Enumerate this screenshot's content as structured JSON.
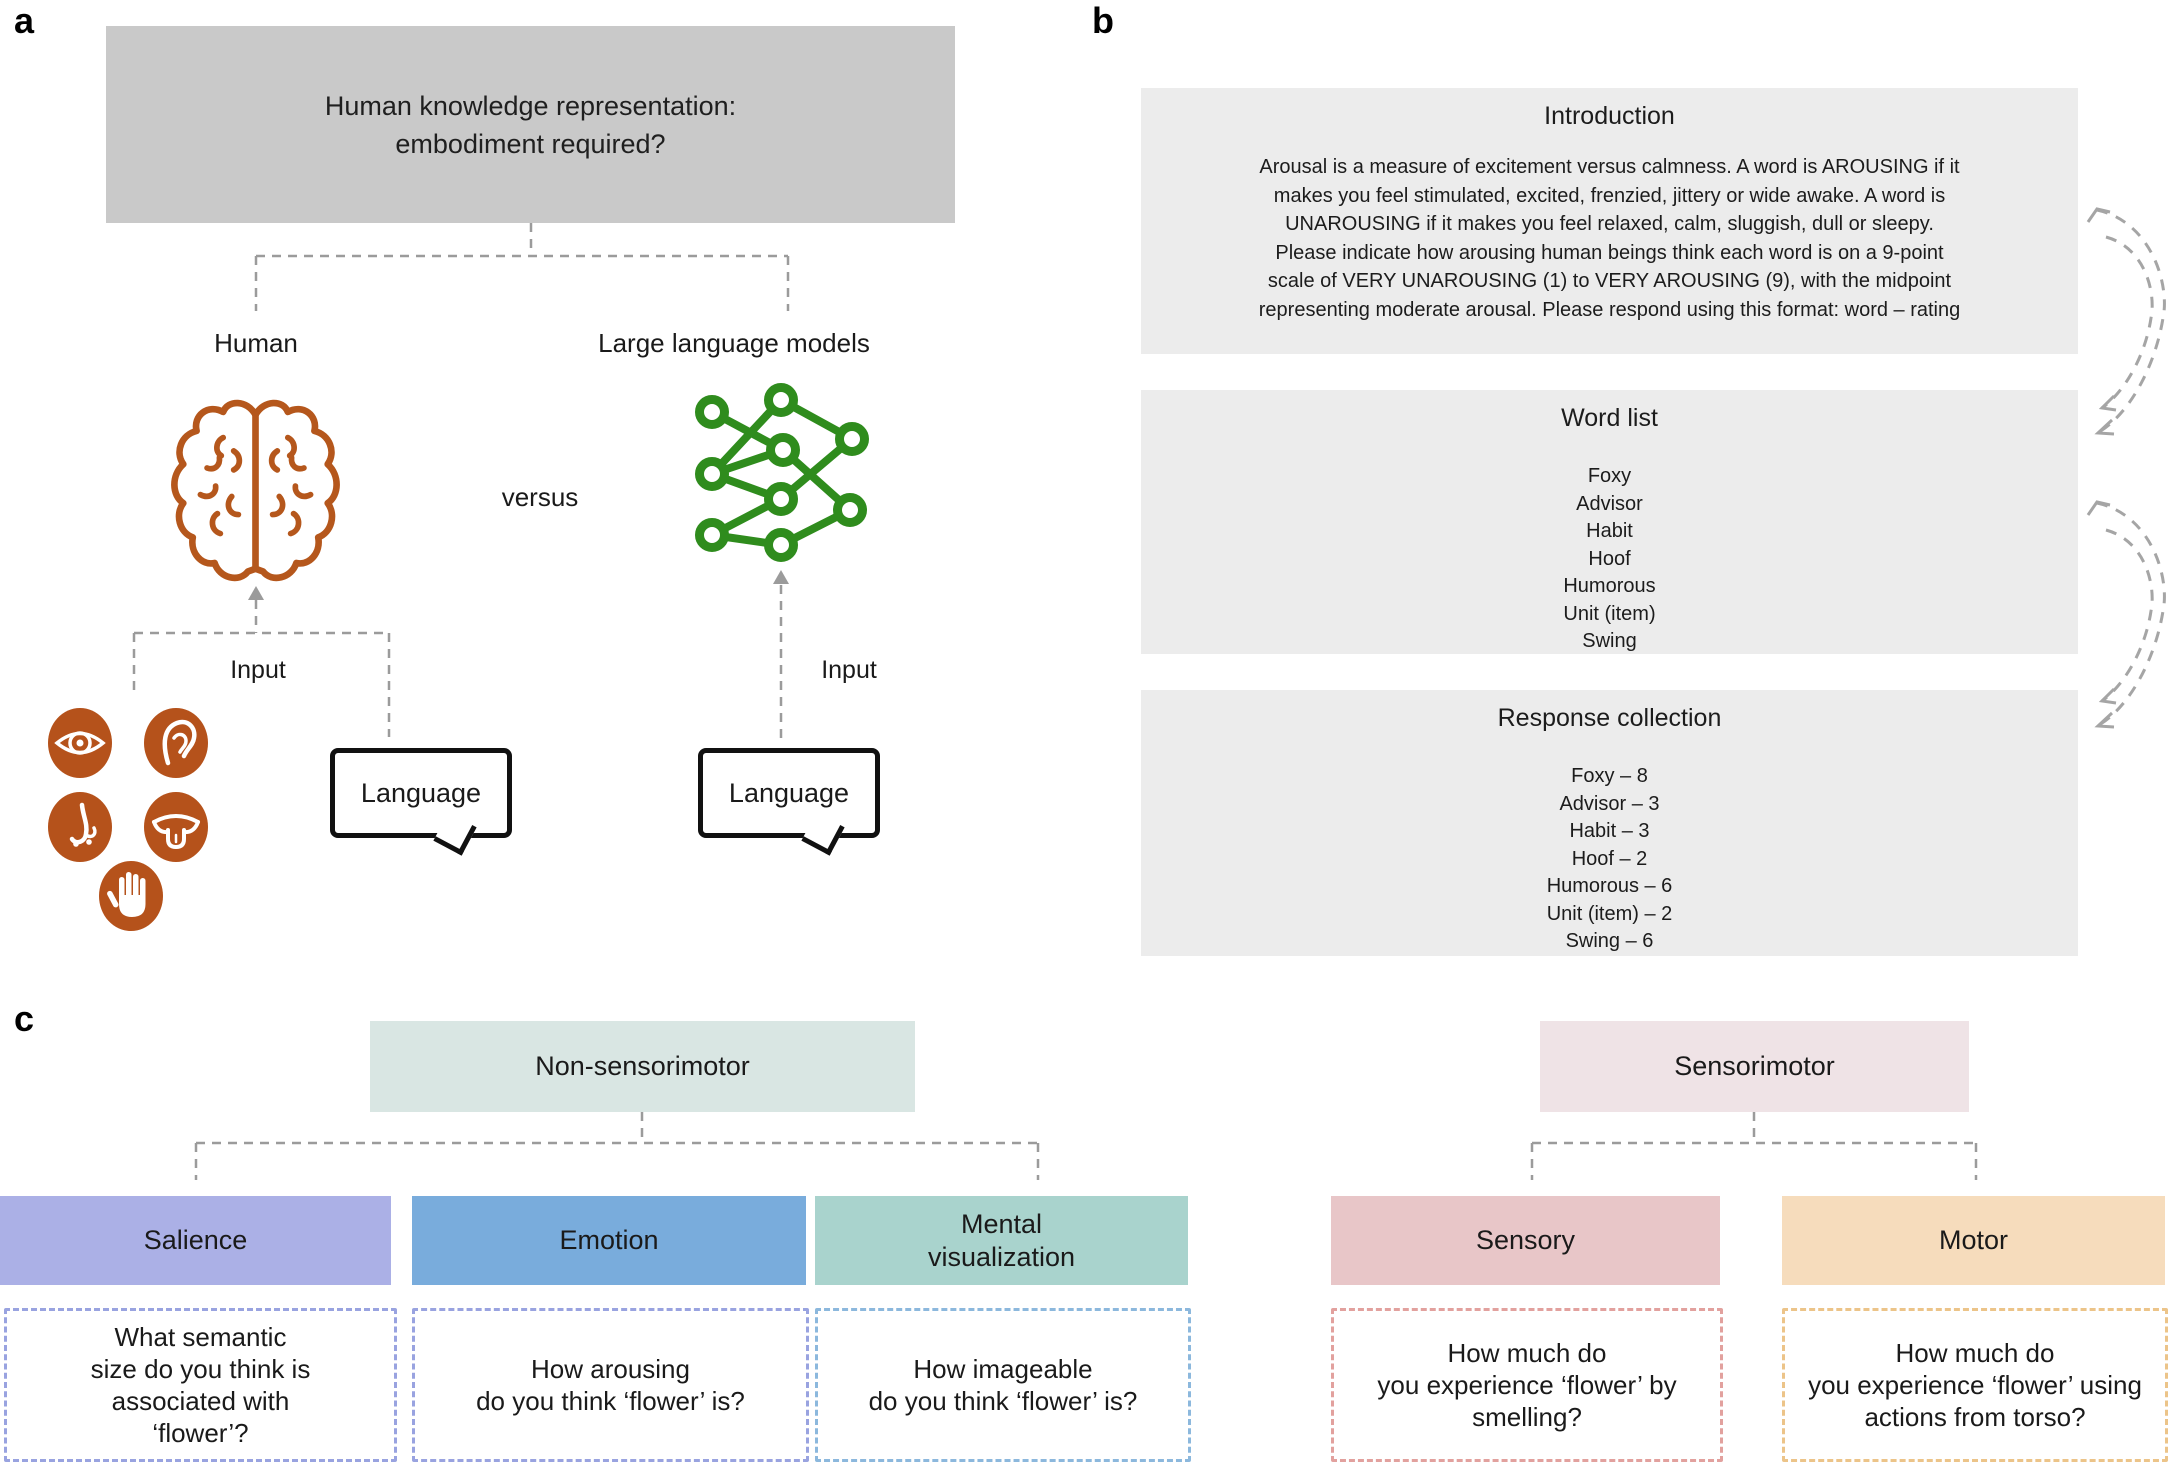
{
  "panels": {
    "a": {
      "label": "a",
      "question_box": "Human knowledge representation:\nembodiment required?",
      "human_label": "Human",
      "llm_label": "Large language models",
      "versus": "versus",
      "input_label_left": "Input",
      "input_label_right": "Input",
      "language_left": "Language",
      "language_right": "Language",
      "sense_icons": [
        "eye",
        "ear",
        "nose",
        "tongue",
        "hand"
      ],
      "pictograms": [
        "brain",
        "neural-network",
        "speech-bubble",
        "speech-bubble"
      ],
      "colors": {
        "question_box_fill": "#c9c9c9",
        "brain_stroke": "#b5571c",
        "sense_icon_fill": "#b5521b",
        "network_green": "#2f8c1d",
        "connector_gray": "#9b9b9b"
      }
    },
    "b": {
      "label": "b",
      "boxes": [
        {
          "title": "Introduction",
          "body": "Arousal is a measure of excitement versus calmness. A word is AROUSING if it\nmakes you feel stimulated, excited, frenzied, jittery or wide awake. A word is\nUNAROUSING if it makes you feel relaxed, calm, sluggish, dull or sleepy.\nPlease indicate how arousing human beings think each word is on a 9-point\nscale of VERY UNAROUSING (1) to VERY AROUSING (9), with the midpoint\nrepresenting moderate arousal. Please respond using this format: word – rating"
        },
        {
          "title": "Word list",
          "items": [
            "Foxy",
            "Advisor",
            "Habit",
            "Hoof",
            "Humorous",
            "Unit (item)",
            "Swing"
          ]
        },
        {
          "title": "Response collection",
          "items": [
            "Foxy – 8",
            "Advisor – 3",
            "Habit – 3",
            "Hoof – 2",
            "Humorous – 6",
            "Unit (item) – 2",
            "Swing – 6"
          ]
        }
      ],
      "box_fill": "#ececec",
      "cycle_arrows": 2
    },
    "c": {
      "label": "c",
      "groups": [
        {
          "title": "Non-sensorimotor",
          "fill": "#d9e6e3",
          "children": [
            {
              "title": "Salience",
              "fill": "#abb0e6",
              "border": "#99a3e0",
              "question": "What semantic\nsize do you think is\nassociated with\n‘flower’?"
            },
            {
              "title": "Emotion",
              "fill": "#79acdc",
              "border": "#99a3e0",
              "question": "How arousing\ndo you think ‘flower’ is?"
            },
            {
              "title": "Mental\nvisualization",
              "fill": "#a9d3cd",
              "border": "#8cb8dd",
              "question": "How imageable\ndo you think ‘flower’ is?"
            }
          ]
        },
        {
          "title": "Sensorimotor",
          "fill": "#efe3e6",
          "children": [
            {
              "title": "Sensory",
              "fill": "#e8c6c8",
              "border": "#e2a19e",
              "question": "How much do\nyou experience ‘flower’ by\nsmelling?"
            },
            {
              "title": "Motor",
              "fill": "#f6dcbc",
              "border": "#ecc489",
              "question": "How much do\nyou experience ‘flower’ using\nactions from torso?"
            }
          ]
        }
      ]
    }
  }
}
